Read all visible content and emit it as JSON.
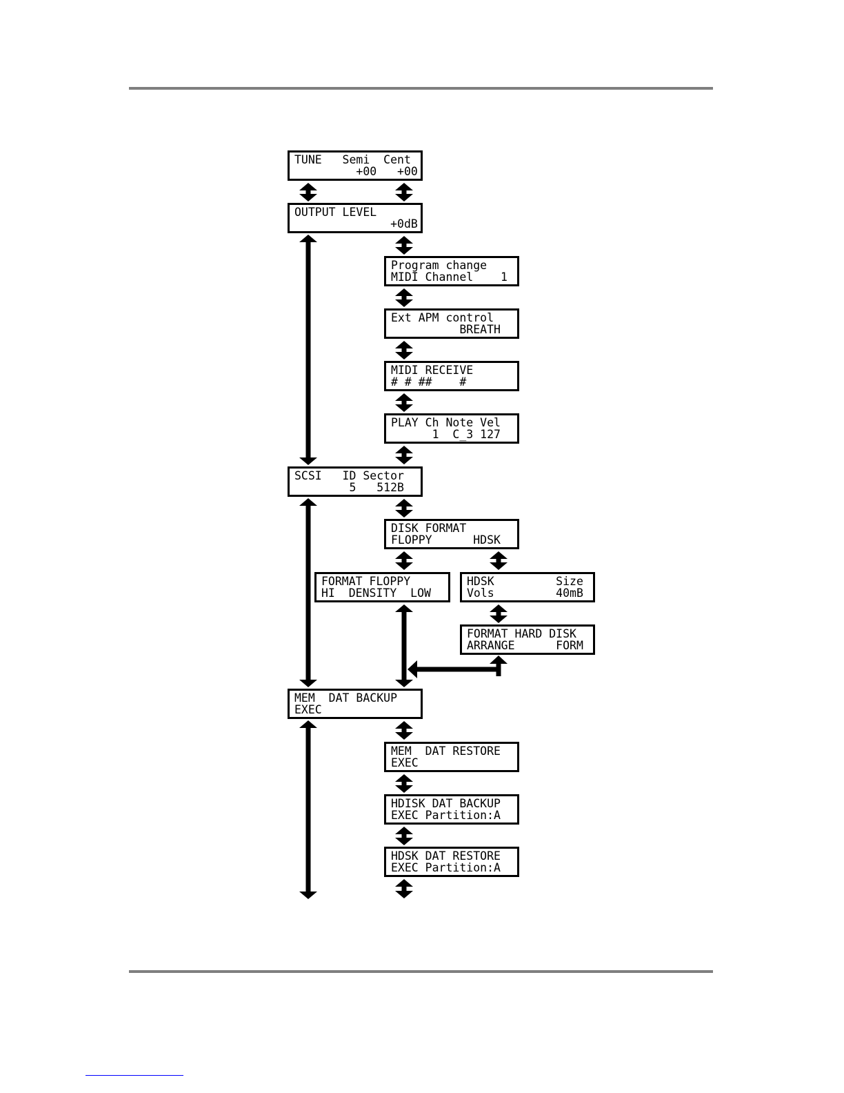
{
  "screens": {
    "tune": {
      "line1": "TUNE   Semi  Cent",
      "line2": "         +00   +00"
    },
    "output_level": {
      "line1": "OUTPUT LEVEL",
      "line2": "              +0dB"
    },
    "program_change": {
      "line1": "Program change",
      "line2": "MIDI Channel    1"
    },
    "ext_apm": {
      "line1": "Ext APM control",
      "line2": "          BREATH"
    },
    "midi_receive": {
      "line1": "MIDI RECEIVE",
      "line2": "# # ##    #"
    },
    "play": {
      "line1": "PLAY Ch Note Vel",
      "line2": "      1  C_3 127"
    },
    "scsi": {
      "line1": "SCSI   ID Sector",
      "line2": "        5   512B"
    },
    "disk_format": {
      "line1": "DISK FORMAT",
      "line2": "FLOPPY      HDSK"
    },
    "format_floppy": {
      "line1": "FORMAT FLOPPY",
      "line2": "HI  DENSITY  LOW"
    },
    "hdsk_size": {
      "line1": "HDSK         Size",
      "line2": "Vols         40mB"
    },
    "format_hard_disk": {
      "line1": "FORMAT HARD DISK",
      "line2": "ARRANGE      FORM"
    },
    "mem_dat_backup": {
      "line1": "MEM  DAT BACKUP",
      "line2": "EXEC"
    },
    "mem_dat_restore": {
      "line1": "MEM  DAT RESTORE",
      "line2": "EXEC"
    },
    "hdisk_dat_backup": {
      "line1": "HDISK DAT BACKUP",
      "line2": "EXEC Partition:A"
    },
    "hdsk_dat_restore": {
      "line1": "HDSK DAT RESTORE",
      "line2": "EXEC Partition:A"
    }
  }
}
